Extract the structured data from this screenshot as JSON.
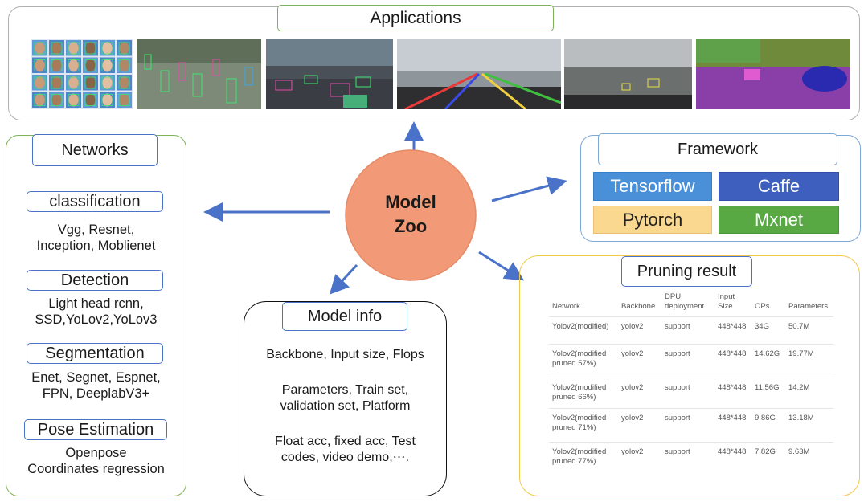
{
  "applications": {
    "title": "Applications"
  },
  "center": {
    "line1": "Model",
    "line2": "Zoo"
  },
  "networks": {
    "title": "Networks",
    "sections": [
      {
        "heading": "classification",
        "items": [
          "Vgg, Resnet,",
          "Inception, Moblienet"
        ]
      },
      {
        "heading": "Detection",
        "items": [
          "Light head rcnn,",
          "SSD,YoLov2,YoLov3"
        ]
      },
      {
        "heading": "Segmentation",
        "items": [
          "Enet, Segnet, Espnet,",
          "FPN, DeeplabV3+"
        ]
      },
      {
        "heading": "Pose Estimation",
        "items": [
          "Openpose",
          "Coordinates regression"
        ]
      }
    ]
  },
  "framework": {
    "title": "Framework",
    "items": [
      {
        "label": "Tensorflow",
        "color": "#4a90d9"
      },
      {
        "label": "Caffe",
        "color": "#3f5fbf"
      },
      {
        "label": "Pytorch",
        "color": "#fbd890"
      },
      {
        "label": "Mxnet",
        "color": "#58a844"
      }
    ]
  },
  "model_info": {
    "title": "Model info",
    "lines": [
      "Backbone, Input size, Flops",
      "Parameters, Train set,",
      "validation set, Platform",
      "Float acc, fixed acc, Test",
      "codes, video demo,⋯."
    ]
  },
  "pruning": {
    "title": "Pruning result",
    "headers": [
      [
        "Network"
      ],
      [
        "Backbone"
      ],
      [
        "DPU",
        "deployment"
      ],
      [
        "Input",
        "Size"
      ],
      [
        "OPs"
      ],
      [
        "Parameters"
      ]
    ],
    "rows": [
      [
        [
          "Yolov2(modified)"
        ],
        "yolov2",
        "support",
        "448*448",
        "34G",
        "50.7M"
      ],
      [
        [
          "Yolov2(modified",
          "pruned 57%)"
        ],
        "yolov2",
        "support",
        "448*448",
        "14.62G",
        "19.77M"
      ],
      [
        [
          "Yolov2(modified",
          "pruned 66%)"
        ],
        "yolov2",
        "support",
        "448*448",
        "11.56G",
        "14.2M"
      ],
      [
        [
          "Yolov2(modified",
          "pruned 71%)"
        ],
        "yolov2",
        "support",
        "448*448",
        "9.86G",
        "13.18M"
      ],
      [
        [
          "Yolov2(modified",
          "pruned 77%)"
        ],
        "yolov2",
        "support",
        "448*448",
        "7.82G",
        "9.63M"
      ]
    ]
  },
  "colors": {
    "arrow": "#4a72c8",
    "circle": "#f29a77",
    "networks_border": "#7cb35a",
    "framework_border": "#7fa8d8",
    "pruning_border": "#f0c94a",
    "model_info_border": "#111111",
    "applications_border": "#b0b0b0"
  }
}
